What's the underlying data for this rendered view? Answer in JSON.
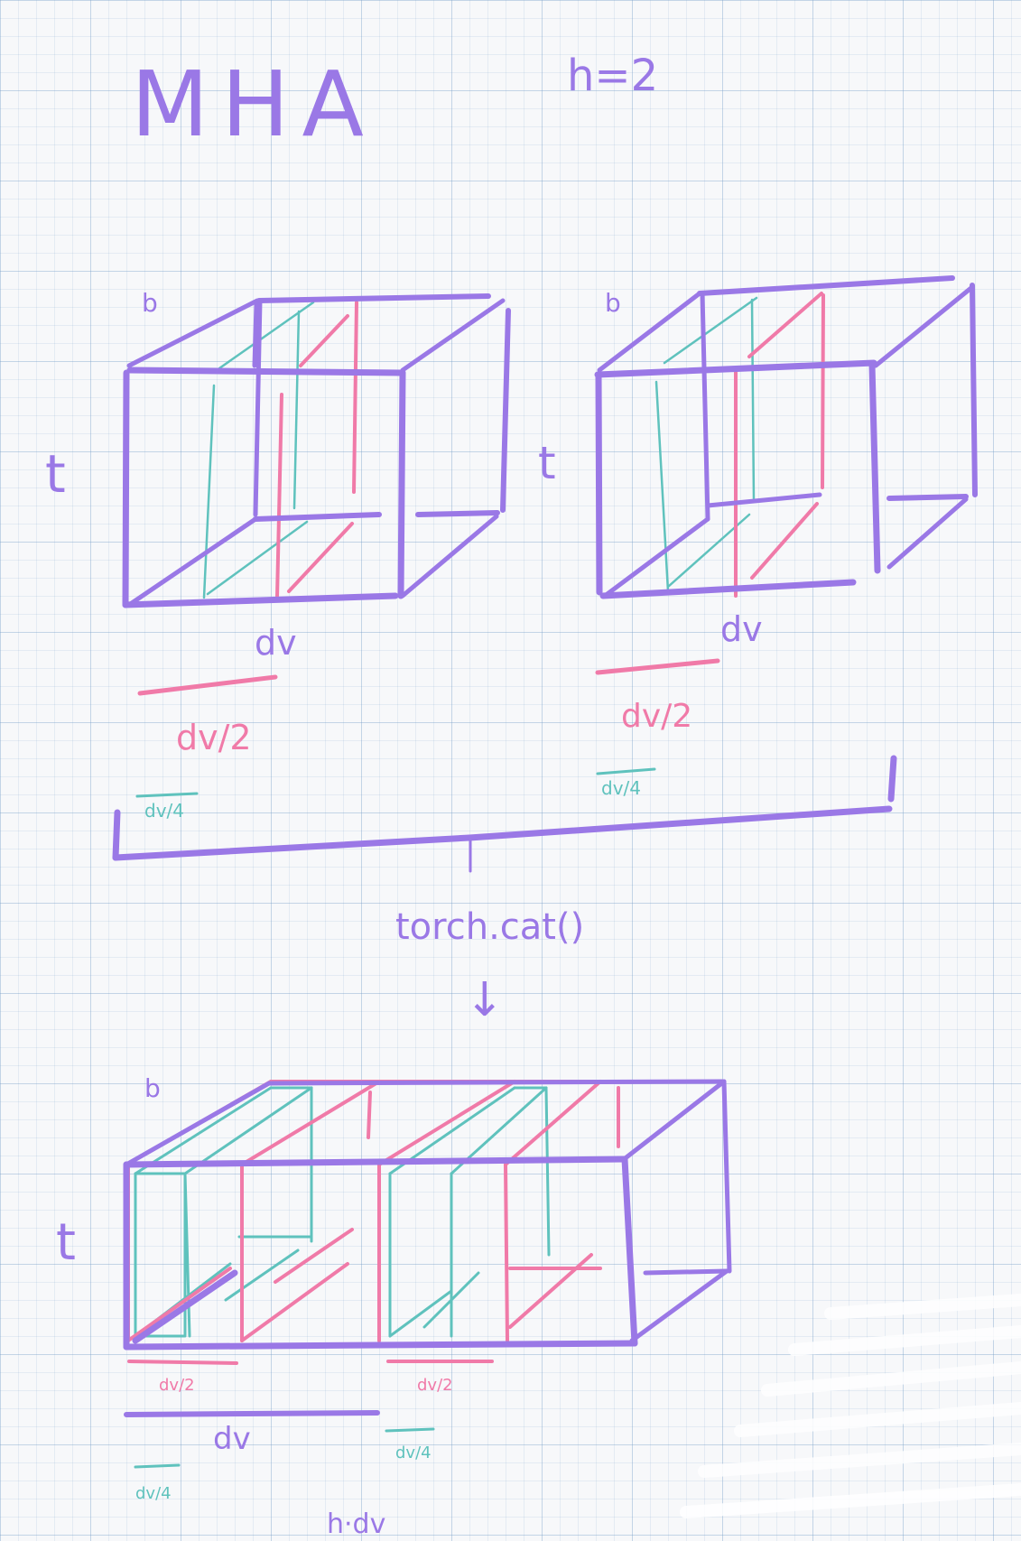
{
  "title": "MHA",
  "heads_note": "h=2",
  "operation": "torch.cat()",
  "arrow_glyph": "↓",
  "cube1": {
    "depth": "b",
    "height": "t",
    "width": "dv",
    "half": "dv/2",
    "quarter": "dv/4"
  },
  "cube2": {
    "depth": "b",
    "height": "t",
    "width": "dv",
    "half": "dv/2",
    "quarter": "dv/4"
  },
  "result": {
    "depth": "b",
    "height": "t",
    "width": "dv",
    "half_a": "dv/2",
    "half_b": "dv/2",
    "quarter_a": "dv/4",
    "quarter_b": "dv/4",
    "total": "h·dv"
  },
  "colors": {
    "purple": "#9a78e6",
    "pink": "#f07aa8",
    "teal": "#5fc2bd",
    "paper": "#f7f8fa",
    "grid": "#a9c3dc"
  }
}
